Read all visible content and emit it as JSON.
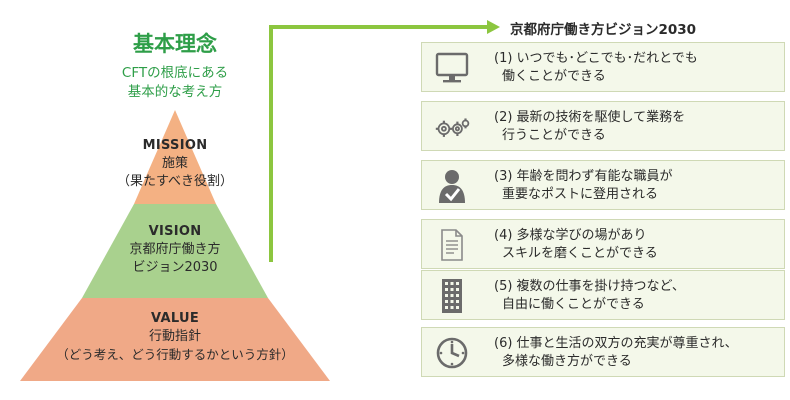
{
  "philosophy": {
    "title": "基本理念",
    "subtitle_line1": "CFTの根底にある",
    "subtitle_line2": "基本的な考え方"
  },
  "pyramid": {
    "mission": {
      "head": "MISSION",
      "line1": "施策",
      "line2": "（果たすべき役割）",
      "color": "#f4b183"
    },
    "vision": {
      "head": "VISION",
      "line1": "京都府庁働き方",
      "line2": "ビジョン2030",
      "color": "#a9d18e"
    },
    "value": {
      "head": "VALUE",
      "line1": "行動指針",
      "line2": "（どう考え、どう行動するかという方針）",
      "color": "#f0a987"
    }
  },
  "vision": {
    "title": "京都府庁働き方ビジョン2030",
    "items": [
      {
        "line1": "(1) いつでも･どこでも･だれとでも",
        "line2": "働くことができる",
        "icon": "monitor-icon"
      },
      {
        "line1": "(2) 最新の技術を駆使して業務を",
        "line2": "行うことができる",
        "icon": "gears-icon"
      },
      {
        "line1": "(3) 年齢を問わず有能な職員が",
        "line2": "重要なポストに登用される",
        "icon": "person-check-icon"
      },
      {
        "line1": "(4) 多様な学びの場があり",
        "line2": "スキルを磨くことができる",
        "icon": "document-icon"
      },
      {
        "line1": "(5) 複数の仕事を掛け持つなど、",
        "line2": "自由に働くことができる",
        "icon": "building-icon"
      },
      {
        "line1": "(6) 仕事と生活の双方の充実が尊重され、",
        "line2": "多様な働き方ができる",
        "icon": "clock-icon"
      }
    ]
  },
  "colors": {
    "accent_green": "#2e9e48",
    "connector_green": "#8cc63f",
    "card_bg": "#f4f8ea",
    "icon_gray": "#6b6b6b"
  }
}
